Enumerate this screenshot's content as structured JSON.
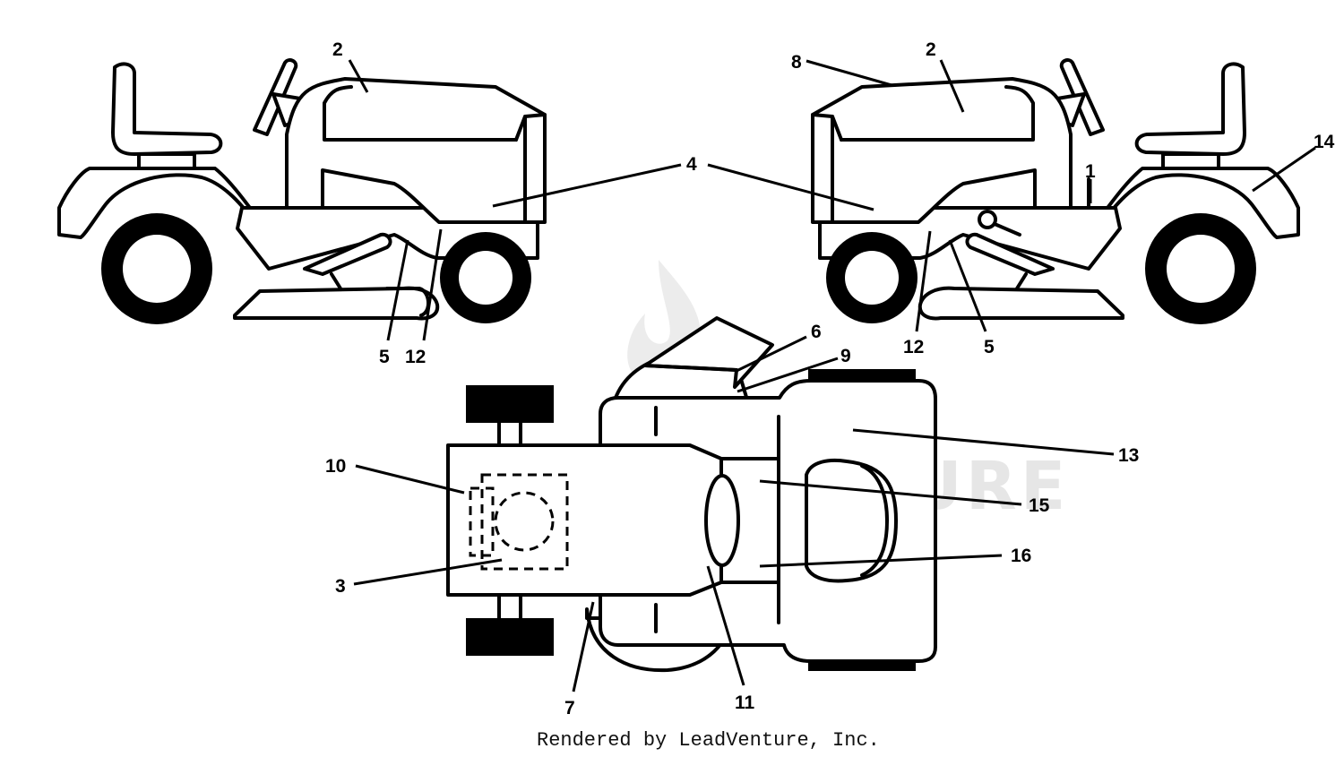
{
  "diagram": {
    "callouts": {
      "c1": "1",
      "c2_left": "2",
      "c2_right": "2",
      "c3": "3",
      "c4": "4",
      "c5_left": "5",
      "c5_right": "5",
      "c6": "6",
      "c7": "7",
      "c8": "8",
      "c9": "9",
      "c10": "10",
      "c11": "11",
      "c12_left": "12",
      "c12_right": "12",
      "c13": "13",
      "c14": "14",
      "c15": "15",
      "c16": "16"
    },
    "watermark": "LEADVENTURE",
    "footer": "Rendered by LeadVenture, Inc."
  }
}
